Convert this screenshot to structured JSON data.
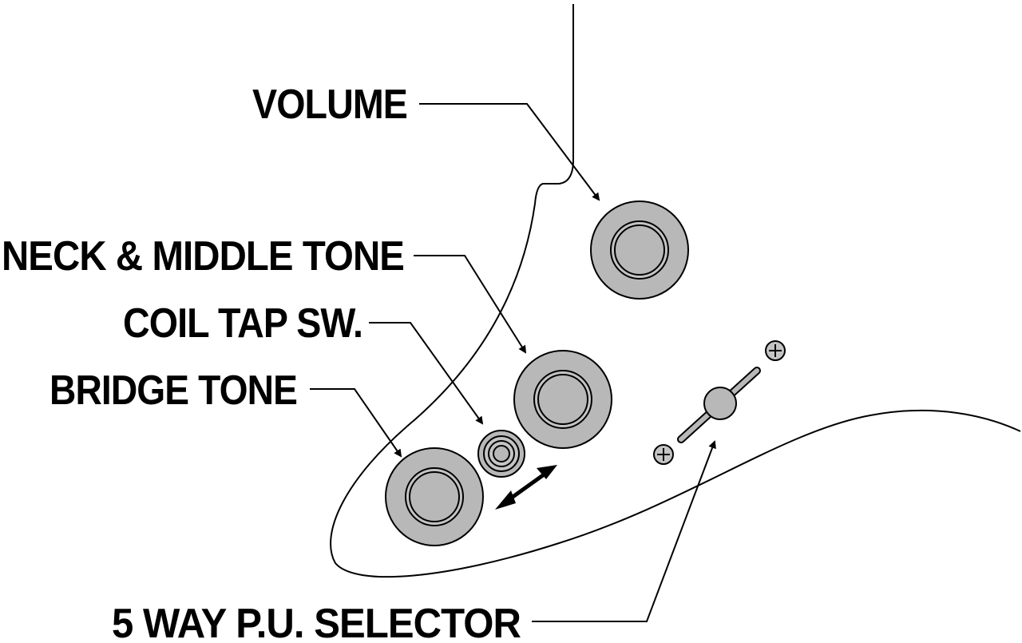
{
  "labels": {
    "volume": "VOLUME",
    "neck_middle_tone": "NECK & MIDDLE TONE",
    "coil_tap_switch": "COIL TAP SW.",
    "bridge_tone": "BRIDGE TONE",
    "pickup_selector": "5 WAY P.U. SELECTOR"
  },
  "colors": {
    "line": "#000000",
    "control_fill": "#b8b8b8",
    "background": "#ffffff"
  }
}
